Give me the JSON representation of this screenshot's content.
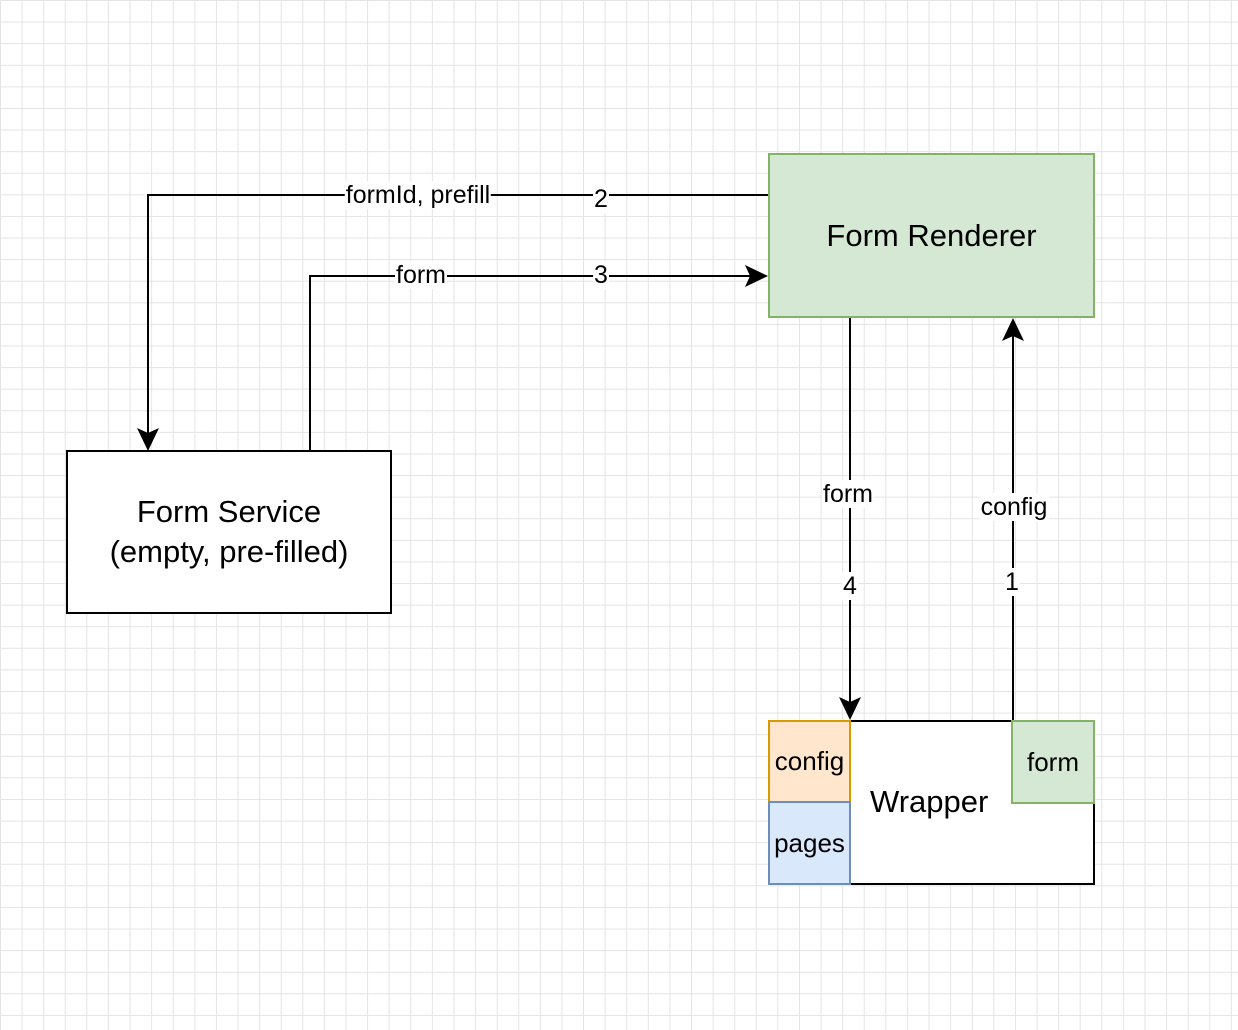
{
  "nodes": {
    "form_renderer": "Form Renderer",
    "form_service_line1": "Form Service",
    "form_service_line2": "(empty, pre-filled)",
    "wrapper": "Wrapper",
    "wrapper_config": "config",
    "wrapper_pages": "pages",
    "wrapper_form": "form"
  },
  "edges": {
    "e2_label": "formId, prefill",
    "e2_step": "2",
    "e3_label": "form",
    "e3_step": "3",
    "e4_label": "form",
    "e4_step": "4",
    "e1_label": "config",
    "e1_step": "1"
  },
  "colors": {
    "green_fill": "#d5e8d4",
    "green_stroke": "#82b366",
    "orange_fill": "#ffe6cc",
    "orange_stroke": "#d79b00",
    "blue_fill": "#dae8fc",
    "blue_stroke": "#6c8ebf"
  }
}
